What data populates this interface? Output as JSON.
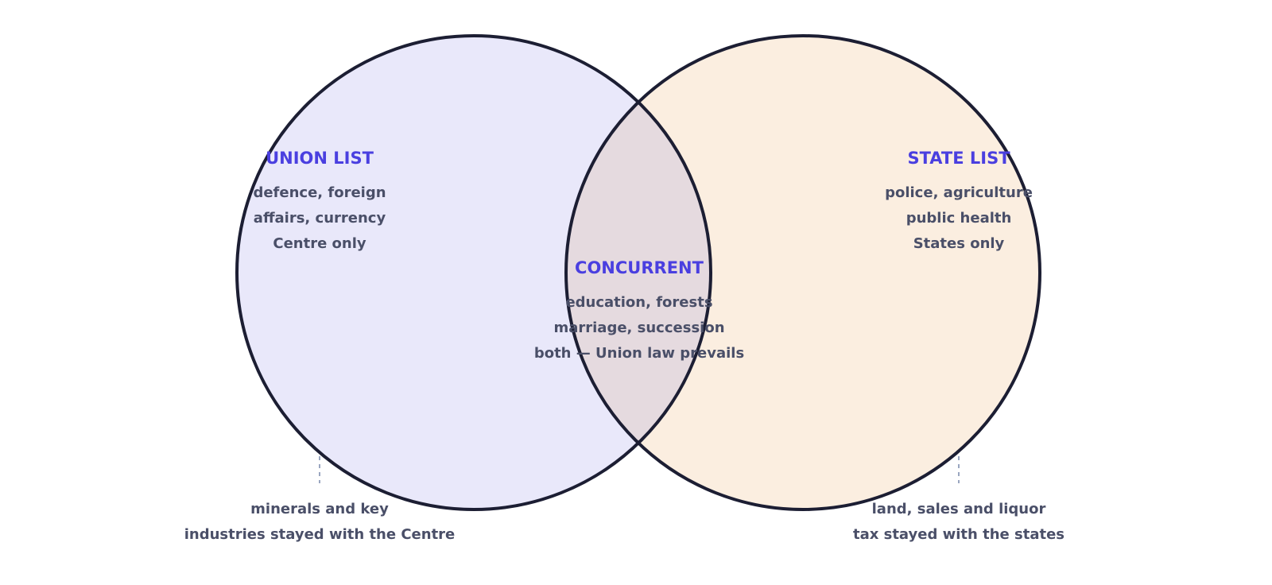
{
  "colors": {
    "union_fill": "#e9e8fa",
    "state_fill": "#fbeee0",
    "overlap_fill": "#e5dadf",
    "outline": "#1c1e33",
    "title": "#4a3fe0",
    "text": "#4a4f68",
    "callout_line": "#9aa6c0"
  },
  "union": {
    "title": "UNION LIST",
    "lines": [
      "defence, foreign",
      "affairs, currency",
      "Centre only"
    ],
    "note": [
      "minerals and key",
      "industries stayed with the Centre"
    ]
  },
  "concurrent": {
    "title": "CONCURRENT",
    "lines": [
      "education, forests",
      "marriage, succession",
      "both — Union law prevails"
    ]
  },
  "state": {
    "title": "STATE LIST",
    "lines": [
      "police, agriculture",
      "public health",
      "States only"
    ],
    "note": [
      "land, sales and liquor",
      "tax stayed with the states"
    ]
  }
}
